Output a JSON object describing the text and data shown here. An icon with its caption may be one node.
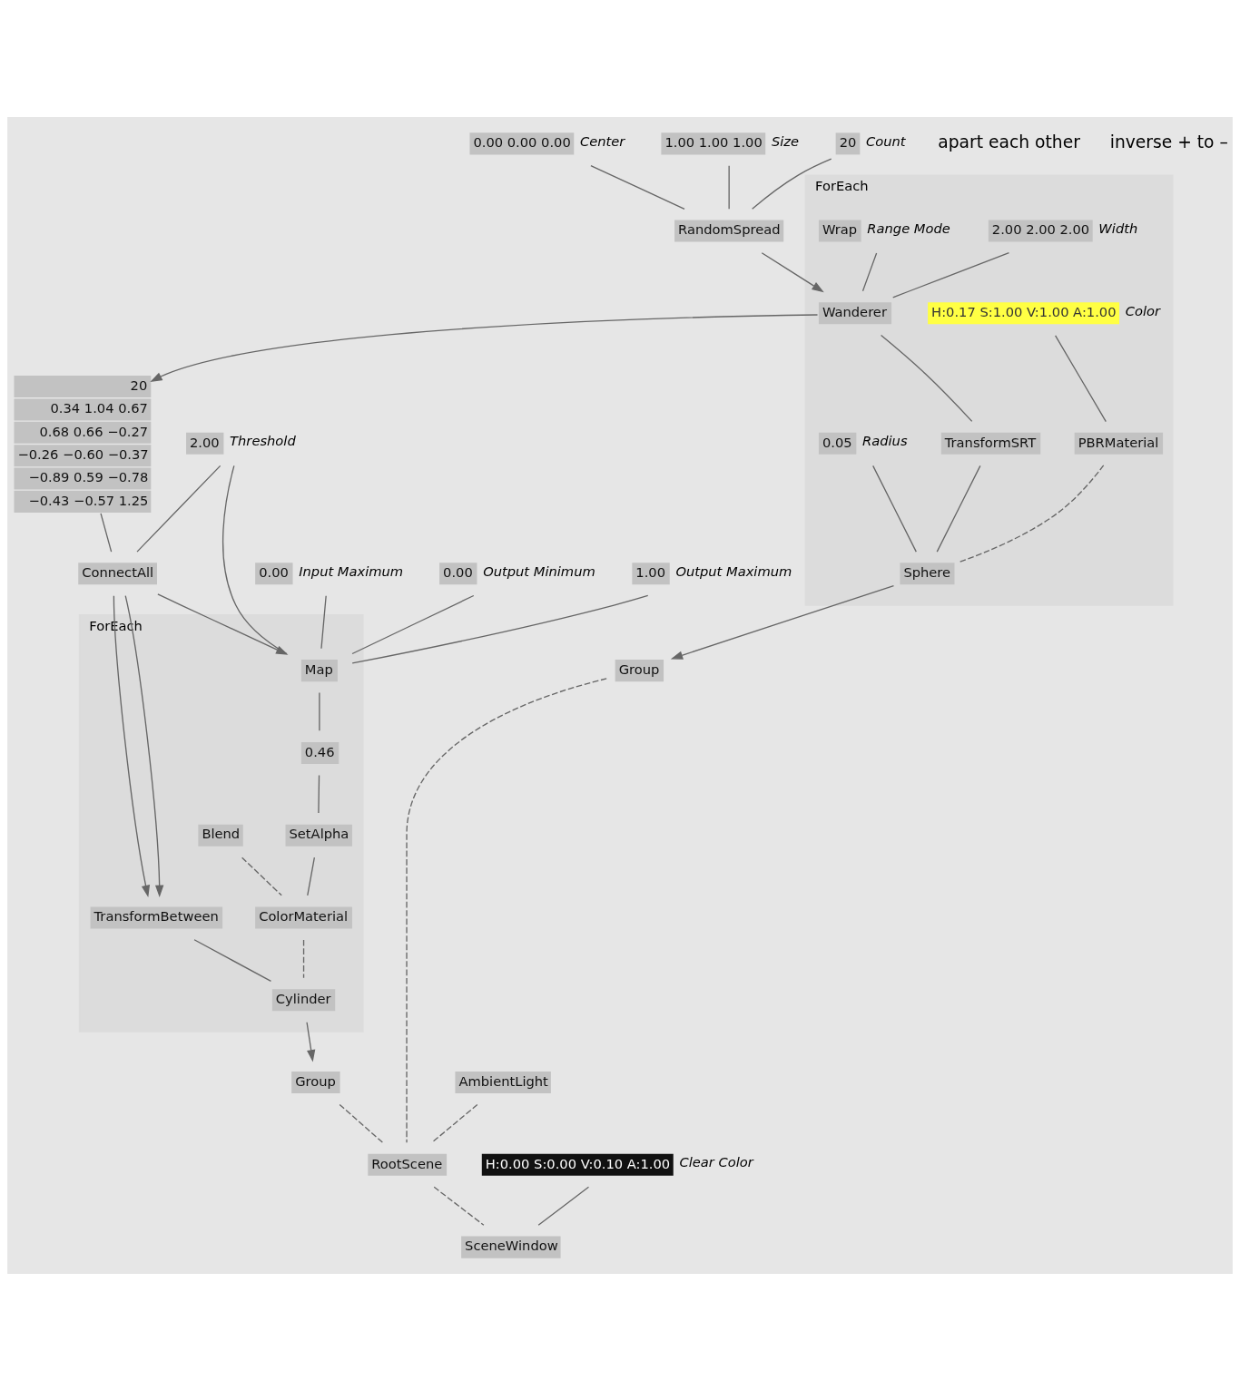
{
  "diagram": {
    "nodes": [
      {
        "text": [
          "0.00 0.00 0.00"
        ],
        "beside": [
          "Center"
        ]
      },
      {
        "text": [
          "1.00 1.00 1.00"
        ],
        "beside": [
          "Size"
        ]
      },
      {
        "text": [
          "20"
        ],
        "beside": [
          "Count"
        ]
      },
      {
        "text": [
          "RandomSpread"
        ]
      },
      {
        "text": [
          "ForEach"
        ]
      },
      {
        "text": [
          "2.00 2.00 2.00"
        ],
        "beside": [
          "Width"
        ],
        "in": 4
      },
      {
        "text": [
          "Wrap"
        ],
        "beside": [
          "Range Mode"
        ],
        "in": 4
      },
      {
        "text": [
          "Wanderer"
        ],
        "in": 4
      },
      {
        "text": [
          "H:0.17 S:1.00 V:1.00 A:1.00"
        ],
        "beside": [
          "Color"
        ],
        "in": 4
      },
      {
        "text": [
          "TransformSRT"
        ],
        "in": 4
      },
      {
        "text": [
          "0.05"
        ],
        "beside": [
          "Radius"
        ],
        "in": 4
      },
      {
        "text": [
          "PBRMaterial"
        ],
        "in": 4
      },
      {
        "text": [
          "Sphere"
        ],
        "in": 4
      },
      {
        "text": [
          "20",
          "0.34 1.04 0.67",
          "0.68 0.66 −0.27",
          "−0.26 −0.60 −0.37",
          "−0.89 0.59 −0.78",
          "−0.43 −0.57 1.25"
        ]
      },
      {
        "text": [
          "2.00"
        ],
        "beside": [
          "Threshold"
        ]
      },
      {
        "text": [
          "ConnectAll"
        ]
      },
      {
        "text": [
          "0.00"
        ],
        "beside": [
          "Input Maximum"
        ]
      },
      {
        "text": [
          "0.00"
        ],
        "beside": [
          "Output Minimum"
        ]
      },
      {
        "text": [
          "1.00"
        ],
        "beside": [
          "Output Maximum"
        ]
      },
      {
        "text": [
          "ForEach"
        ]
      },
      {
        "text": [
          "Map"
        ],
        "in": 19
      },
      {
        "text": [
          "0.46"
        ],
        "in": 19
      },
      {
        "text": [
          "SetAlpha"
        ],
        "in": 19
      },
      {
        "text": [
          "Blend"
        ],
        "in": 19
      },
      {
        "text": [
          "TransformBetween"
        ],
        "in": 19
      },
      {
        "text": [
          "ColorMaterial"
        ],
        "in": 19
      },
      {
        "text": [
          "Cylinder"
        ],
        "in": 19
      },
      {
        "text": [
          "Group"
        ]
      },
      {
        "text": [
          "Group"
        ]
      },
      {
        "text": [
          "AmbientLight"
        ]
      },
      {
        "text": [
          "RootScene"
        ]
      },
      {
        "text": [
          "H:0.00 S:0.00 V:0.10 A:1.00"
        ],
        "beside": [
          "Clear Color"
        ]
      },
      {
        "text": [
          "SceneWindow"
        ]
      }
    ],
    "edges": [
      {
        "from": 0,
        "to": 3,
        "arrow": "none"
      },
      {
        "from": 1,
        "to": 3,
        "arrow": "none"
      },
      {
        "from": 2,
        "to": 3,
        "arrow": "none"
      },
      {
        "from": 3,
        "to": 7,
        "arrow": "to"
      },
      {
        "from": 5,
        "to": 7,
        "arrow": "none"
      },
      {
        "from": 6,
        "to": 7,
        "arrow": "none"
      },
      {
        "from": 7,
        "to": 9,
        "arrow": "none"
      },
      {
        "from": 8,
        "to": 11,
        "arrow": "none"
      },
      {
        "from": 9,
        "to": 12,
        "arrow": "none"
      },
      {
        "from": 10,
        "to": 12,
        "arrow": "none"
      },
      {
        "from": 11,
        "to": 12,
        "arrow": "none",
        "style": "dashed"
      },
      {
        "from": 7,
        "to": 13,
        "arrow": "to"
      },
      {
        "from": 12,
        "to": 27,
        "arrow": "to"
      },
      {
        "from": 13,
        "to": 15,
        "arrow": "none"
      },
      {
        "from": 14,
        "to": 15,
        "arrow": "none"
      },
      {
        "from": 14,
        "to": 20,
        "arrow": "none"
      },
      {
        "from": 15,
        "to": 24,
        "arrow": "to"
      },
      {
        "from": 15,
        "to": 24,
        "arrow": "to"
      },
      {
        "from": 15,
        "to": 20,
        "arrow": "to"
      },
      {
        "from": 16,
        "to": 20,
        "arrow": "none"
      },
      {
        "from": 17,
        "to": 20,
        "arrow": "none"
      },
      {
        "from": 18,
        "to": 20,
        "arrow": "none"
      },
      {
        "from": 20,
        "to": 21,
        "arrow": "none"
      },
      {
        "from": 21,
        "to": 22,
        "arrow": "none"
      },
      {
        "from": 22,
        "to": 25,
        "arrow": "none"
      },
      {
        "from": 23,
        "to": 25,
        "arrow": "none",
        "style": "dashed"
      },
      {
        "from": 24,
        "to": 26,
        "arrow": "none"
      },
      {
        "from": 25,
        "to": 26,
        "arrow": "none",
        "style": "dashed"
      },
      {
        "from": 26,
        "to": 28,
        "arrow": "to"
      },
      {
        "from": 27,
        "to": 30,
        "arrow": "none",
        "style": "dashed"
      },
      {
        "from": 28,
        "to": 30,
        "arrow": "none",
        "style": "dashed"
      },
      {
        "from": 29,
        "to": 30,
        "arrow": "none",
        "style": "dashed"
      },
      {
        "from": 30,
        "to": 32,
        "arrow": "none",
        "style": "dashed"
      },
      {
        "from": 31,
        "to": 32,
        "arrow": "none"
      }
    ],
    "labels": [
      "apart each other",
      "inverse + to –"
    ]
  }
}
